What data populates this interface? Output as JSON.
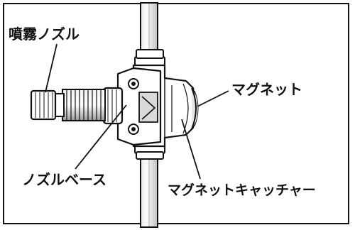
{
  "labels": {
    "spray_nozzle": "噴霧ノズル",
    "nozzle_base": "ノズルベース",
    "magnet": "マグネット",
    "magnet_catcher": "マグネットキャッチャー"
  },
  "colors": {
    "line": "#111111",
    "background": "#ffffff",
    "shade": "#cfcfcf"
  }
}
